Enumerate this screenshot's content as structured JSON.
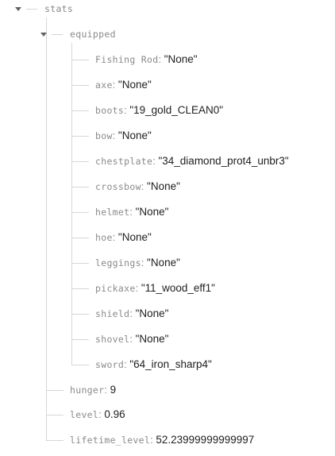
{
  "tree": {
    "root": {
      "key": "stats"
    },
    "equipped": {
      "key": "equipped",
      "items": [
        {
          "key": "Fishing Rod",
          "value": "\"None\""
        },
        {
          "key": "axe",
          "value": "\"None\""
        },
        {
          "key": "boots",
          "value": "\"19_gold_CLEAN0\""
        },
        {
          "key": "bow",
          "value": "\"None\""
        },
        {
          "key": "chestplate",
          "value": "\"34_diamond_prot4_unbr3\""
        },
        {
          "key": "crossbow",
          "value": "\"None\""
        },
        {
          "key": "helmet",
          "value": "\"None\""
        },
        {
          "key": "hoe",
          "value": "\"None\""
        },
        {
          "key": "leggings",
          "value": "\"None\""
        },
        {
          "key": "pickaxe",
          "value": "\"11_wood_eff1\""
        },
        {
          "key": "shield",
          "value": "\"None\""
        },
        {
          "key": "shovel",
          "value": "\"None\""
        },
        {
          "key": "sword",
          "value": "\"64_iron_sharp4\""
        }
      ]
    },
    "fields": [
      {
        "key": "hunger",
        "value": "9"
      },
      {
        "key": "level",
        "value": "0.96"
      },
      {
        "key": "lifetime_level",
        "value": "52.23999999999997"
      }
    ]
  }
}
